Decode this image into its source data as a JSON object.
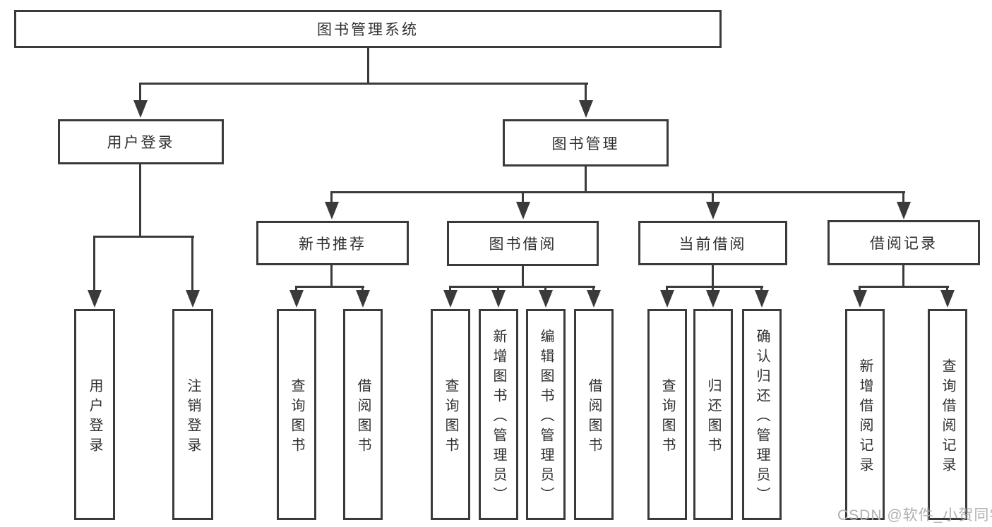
{
  "diagram": {
    "root": {
      "label": "图书管理系统"
    },
    "branches": [
      {
        "label": "用户登录",
        "children": [
          {
            "label": "用户登录"
          },
          {
            "label": "注销登录"
          }
        ]
      },
      {
        "label": "图书管理",
        "sections": [
          {
            "label": "新书推荐",
            "children": [
              {
                "label": "查询图书"
              },
              {
                "label": "借阅图书"
              }
            ]
          },
          {
            "label": "图书借阅",
            "children": [
              {
                "label": "查询图书"
              },
              {
                "label": "新增图书（管理员）"
              },
              {
                "label": "编辑图书（管理员）"
              },
              {
                "label": "借阅图书"
              }
            ]
          },
          {
            "label": "当前借阅",
            "children": [
              {
                "label": "查询图书"
              },
              {
                "label": "归还图书"
              },
              {
                "label": "确认归还（管理员）"
              }
            ]
          },
          {
            "label": "借阅记录",
            "children": [
              {
                "label": "新增借阅记录"
              },
              {
                "label": "查询借阅记录"
              }
            ]
          }
        ]
      }
    ]
  },
  "watermark": {
    "text": "CSDN @软件_小贺同学"
  },
  "colors": {
    "line": "#3a3a3a",
    "text": "#2f2f2f",
    "watermark": "#b0b0b0",
    "background": "#ffffff"
  }
}
